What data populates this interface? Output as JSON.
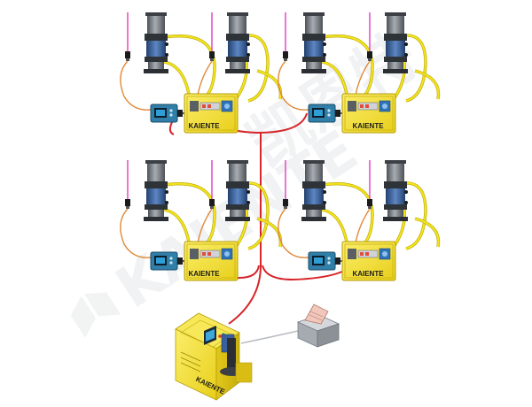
{
  "units": [
    {
      "id": "top-left",
      "box_label": "KAIENTE"
    },
    {
      "id": "top-right",
      "box_label": "KAIENTE"
    },
    {
      "id": "bottom-left",
      "box_label": "KAIENTE"
    },
    {
      "id": "bottom-right",
      "box_label": "KAIENTE"
    }
  ],
  "main_station": {
    "label": "KAIENTE"
  },
  "watermark": {
    "latin": "KAIENTE",
    "chinese": "凯恩特"
  },
  "colors": {
    "hose": "#f2e21e",
    "hose_outline": "#b8a800",
    "signal_cable": "#e08a3a",
    "network_cable": "#d8252a",
    "panel_yellow": "#f4e24a",
    "controller_blue": "#2f7fa8",
    "cylinder_grey": "#6d7278",
    "cylinder_blue": "#3a5f9e"
  }
}
